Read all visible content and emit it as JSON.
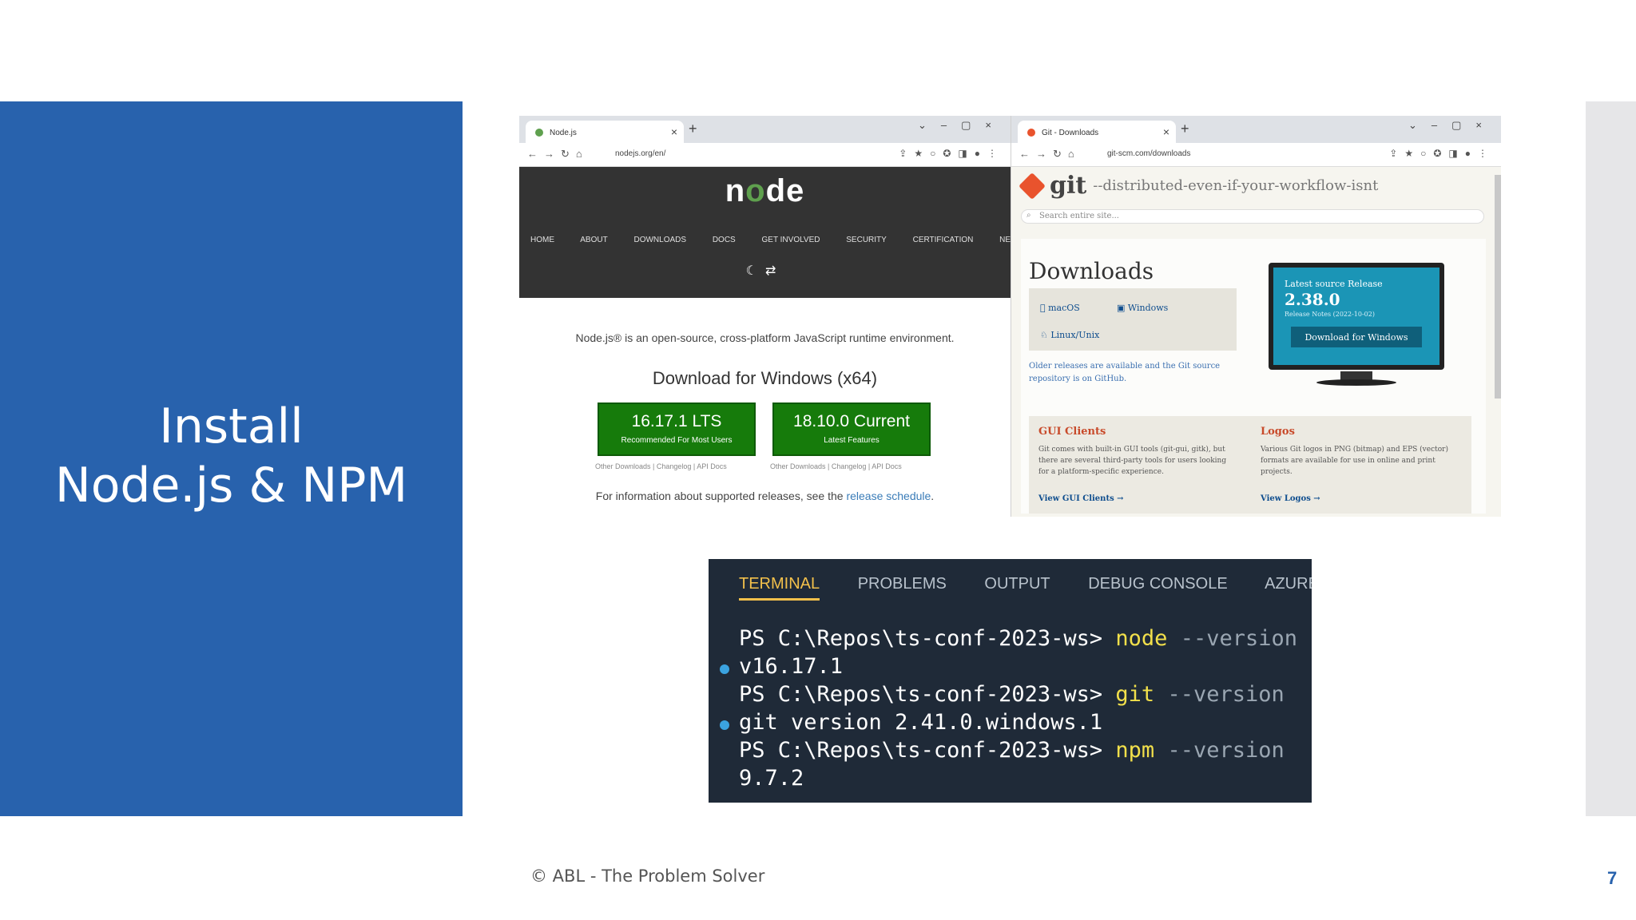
{
  "slide": {
    "title_line1": "Install",
    "title_line2": "Node.js & NPM",
    "footer": "© ABL - The Problem Solver",
    "page_number": "7"
  },
  "node_browser": {
    "tab_title": "Node.js",
    "url": "nodejs.org/en/",
    "logo_text_pre": "n",
    "logo_text_o": "o",
    "logo_text_post": "de",
    "nav": [
      "HOME",
      "ABOUT",
      "DOWNLOADS",
      "DOCS",
      "GET INVOLVED",
      "SECURITY",
      "CERTIFICATION",
      "NEWS"
    ],
    "tagline": "Node.js® is an open-source, cross-platform JavaScript runtime environment.",
    "download_title": "Download for Windows (x64)",
    "lts_version": "16.17.1 LTS",
    "lts_sub": "Recommended For Most Users",
    "current_version": "18.10.0 Current",
    "current_sub": "Latest Features",
    "links": "Other Downloads | Changelog | API Docs",
    "info_prefix": "For information about supported releases, see the ",
    "info_link": "release schedule",
    "info_suffix": "."
  },
  "git_browser": {
    "tab_title": "Git - Downloads",
    "url": "git-scm.com/downloads",
    "logo": "git",
    "slogan": "--distributed-even-if-your-workflow-isnt",
    "search_placeholder": "Search entire site...",
    "downloads_title": "Downloads",
    "os": [
      "macOS",
      "Windows",
      "Linux/Unix"
    ],
    "older_text": "Older releases are available and the Git source repository is on GitHub.",
    "release_label": "Latest source Release",
    "release_version": "2.38.0",
    "release_notes": "Release Notes (2022-10-02)",
    "download_windows": "Download for Windows",
    "gui_title": "GUI Clients",
    "gui_text": "Git comes with built-in GUI tools (git-gui, gitk), but there are several third-party tools for users looking for a platform-specific experience.",
    "gui_link": "View GUI Clients →",
    "logos_title": "Logos",
    "logos_text": "Various Git logos in PNG (bitmap) and EPS (vector) formats are available for use in online and print projects.",
    "logos_link": "View Logos →"
  },
  "terminal": {
    "tabs": [
      "TERMINAL",
      "PROBLEMS",
      "OUTPUT",
      "DEBUG CONSOLE",
      "AZURE"
    ],
    "active_tab": "TERMINAL",
    "lines": [
      {
        "prompt": "PS C:\\Repos\\ts-conf-2023-ws> ",
        "cmd": "node",
        "flag": " --version"
      },
      {
        "output": "v16.17.1"
      },
      {
        "prompt": "PS C:\\Repos\\ts-conf-2023-ws> ",
        "cmd": "git",
        "flag": " --version"
      },
      {
        "output": "git version 2.41.0.windows.1"
      },
      {
        "prompt": "PS C:\\Repos\\ts-conf-2023-ws> ",
        "cmd": "npm",
        "flag": " --version"
      },
      {
        "output": "9.7.2"
      }
    ]
  },
  "colors": {
    "panel_blue": "#2862ad",
    "node_green": "#167b0b",
    "git_orange": "#e9532d",
    "terminal_bg": "#1f2a38",
    "terminal_accent": "#f2c04b"
  }
}
